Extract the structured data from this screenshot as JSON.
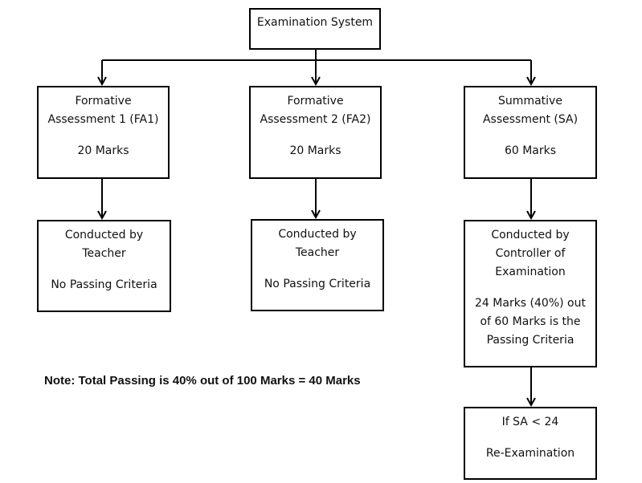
{
  "root": {
    "label": "Examination System"
  },
  "assessments": [
    {
      "line1": "Formative",
      "line2": "Assessment 1 (FA1)",
      "marks": "20 Marks"
    },
    {
      "line1": "Formative",
      "line2": "Assessment 2 (FA2)",
      "marks": "20 Marks"
    },
    {
      "line1": "Summative",
      "line2": "Assessment (SA)",
      "marks": "60 Marks"
    }
  ],
  "conducted": [
    {
      "line1": "Conducted by",
      "line2": "Teacher",
      "criteria": "No Passing Criteria"
    },
    {
      "line1": "Conducted by",
      "line2": "Teacher",
      "criteria": "No Passing Criteria"
    },
    {
      "line1": "Conducted by",
      "line2": "Controller of",
      "line3": "Examination",
      "criteria1": "24 Marks (40%) out",
      "criteria2": "of 60 Marks is the",
      "criteria3": "Passing Criteria"
    }
  ],
  "reexam": {
    "condition": "If SA < 24",
    "action": "Re-Examination"
  },
  "note": "Note: Total Passing is 40% out of 100 Marks = 40 Marks"
}
